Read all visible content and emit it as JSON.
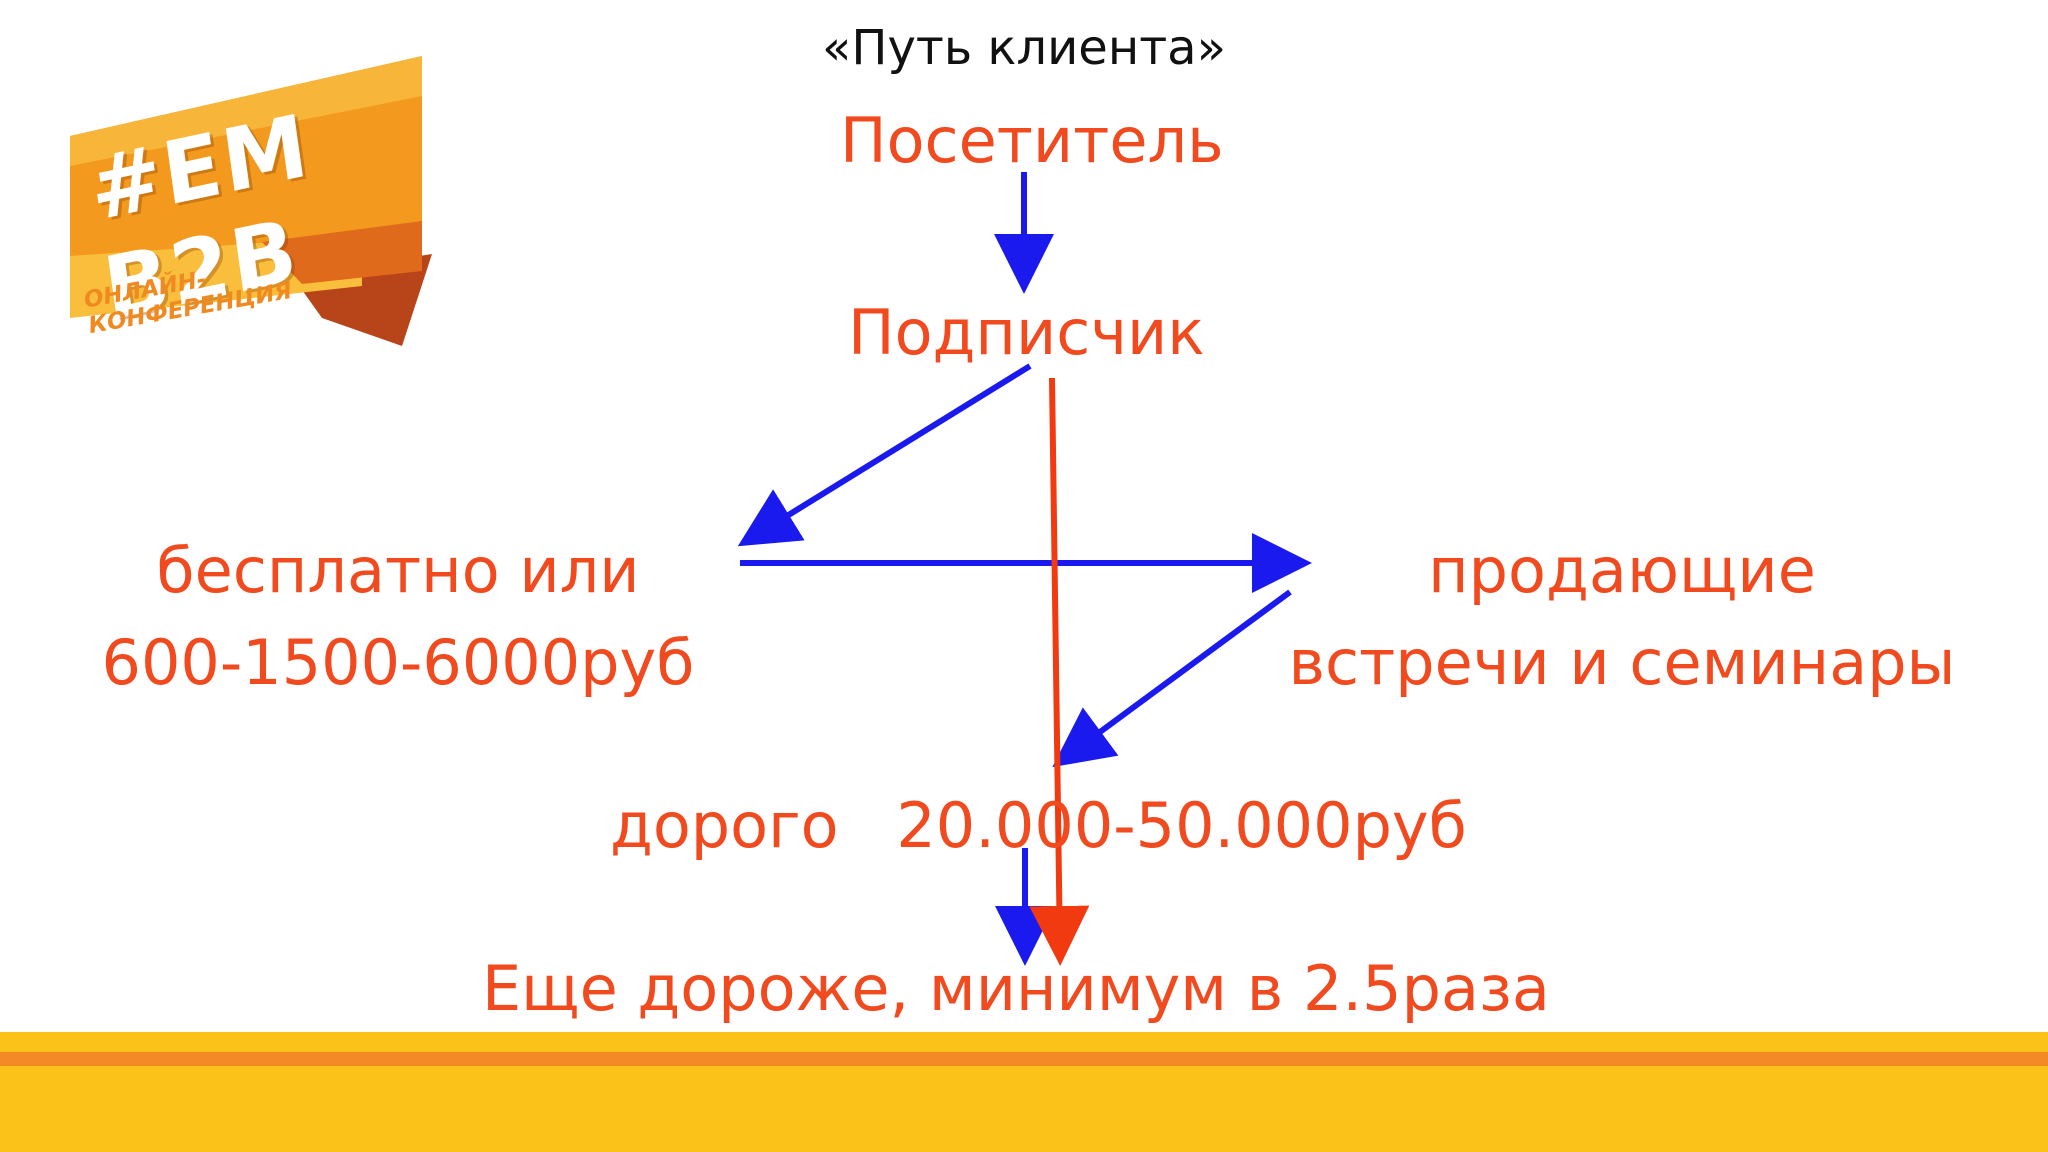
{
  "slide": {
    "title": "«Путь клиента»",
    "logo": {
      "main": "#EM B2B",
      "sub_line1": "ОНЛАЙН-",
      "sub_line2": "КОНФЕРЕНЦИЯ"
    },
    "nodes": {
      "visitor": "Посетитель",
      "subscriber": "Подписчик",
      "free_line1": "бесплатно или",
      "free_line2": "600-1500-6000руб",
      "selling_line1": "продающие",
      "selling_line2": "встречи и семинары",
      "expensive_word": "дорого",
      "expensive_price": "20.000-50.000руб",
      "more_expensive": "Еще дороже, минимум в 2.5раза"
    },
    "colors": {
      "node_text": "#f04a1e",
      "blue_arrow": "#1a1aef",
      "red_arrow": "#f23a10",
      "band_yellow": "#fbc21a",
      "band_orange": "#f48a25"
    }
  }
}
